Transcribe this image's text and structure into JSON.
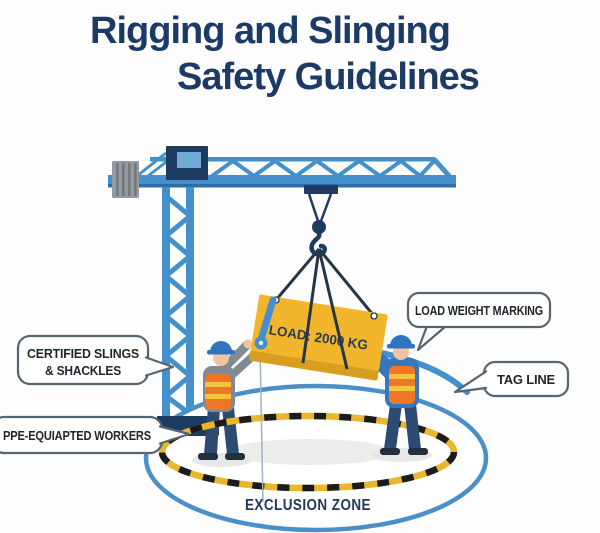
{
  "title": {
    "line1": "Rigging and Slinging",
    "line2": "Safety Guidelines"
  },
  "callouts": {
    "certified_slings_line1": "CERTIFIED SLINGS",
    "certified_slings_line2": "& SHACKLES",
    "ppe_workers": "PPE-EQUIAPTED WORKERS",
    "load_weight_marking": "LOAD WEIGHT MARKING",
    "tag_line": "TAG LINE"
  },
  "scene": {
    "load_label": "LOAD: 2000 KG",
    "exclusion_zone_label": "EXCLUSION ZONE"
  },
  "colors": {
    "title_navy": "#1b3a66",
    "crane_blue": "#4390cc",
    "dark_navy": "#1d3b60",
    "load_yellow": "#f2b62c",
    "load_side_yellow": "#d79e1f",
    "vest_orange": "#ee7624",
    "vest_stripe_yellow": "#f6c33c",
    "tape_yellow": "#e9b62c",
    "tape_black": "#1b1b1b",
    "zone_blue": "#4a8fc7",
    "callout_border": "#55656f"
  }
}
